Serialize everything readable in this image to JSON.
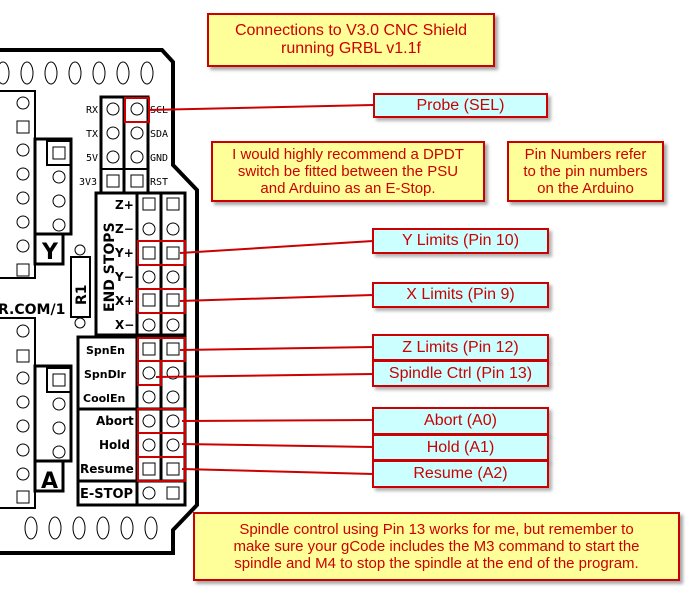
{
  "title": "Connections to V3.0 CNC Shield\nrunning GRBL v1.1f",
  "notes": {
    "estop_recommendation": "I would highly recommend a DPDT\nswitch be fitted between the PSU\nand Arduino as an E-Stop.",
    "pin_numbers": "Pin Numbers refer\nto the pin numbers\non the Arduino",
    "spindle_control": "Spindle control using Pin 13 works for me, but remember to\nmake sure your gCode includes the M3 command to start the\nspindle and M4 to stop the spindle at the end of the program."
  },
  "labels": {
    "probe": "Probe (SEL)",
    "y_limits": "Y Limits (Pin 10)",
    "x_limits": "X Limits (Pin 9)",
    "z_limits": "Z Limits (Pin 12)",
    "spindle_ctrl": "Spindle Ctrl (Pin 13)",
    "abort": "Abort (A0)",
    "hold": "Hold (A1)",
    "resume": "Resume (A2)"
  },
  "board": {
    "header_left_labels": [
      "RX",
      "TX",
      "5V",
      "3V3"
    ],
    "header_right_labels": [
      "SCL",
      "SDA",
      "GND",
      "RST"
    ],
    "end_stops_title": "END STOPS",
    "end_stop_pins": [
      "Z+",
      "Z−",
      "Y+",
      "Y−",
      "X+",
      "X−"
    ],
    "spindle_pins": [
      "SpnEn",
      "SpnDlr",
      "CoolEn"
    ],
    "control_pins": [
      "Abort",
      "Hold",
      "Resume"
    ],
    "estop_label": "E-STOP",
    "resistor_label": "R1",
    "y_axis_label": "Y",
    "a_axis_label": "A",
    "url_fragment": "R.COM/1"
  },
  "colors": {
    "note_bg": "#ffff99",
    "label_bg": "#ccffff",
    "accent_red": "#cc0000",
    "board_line": "#000000"
  }
}
